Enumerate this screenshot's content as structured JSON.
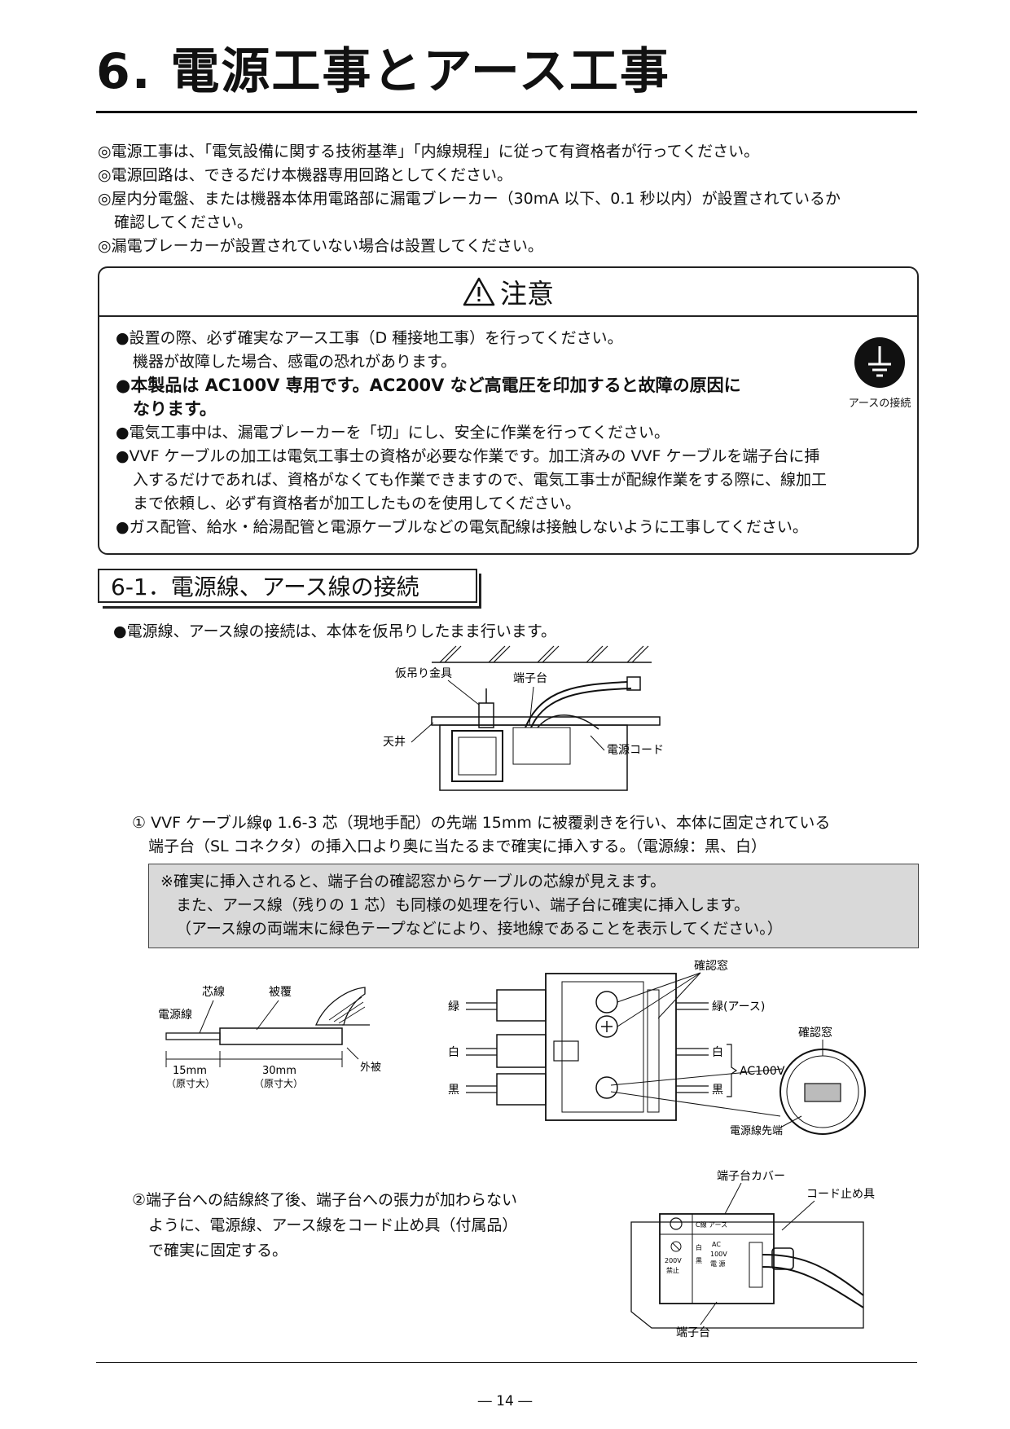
{
  "title": "6. 電源工事とアース工事",
  "intro": [
    "◎電源工事は、「電気設備に関する技術基準」「内線規程」に従って有資格者が行ってください。",
    "◎電源回路は、できるだけ本機器専用回路としてください。",
    "◎屋内分電盤、または機器本体用電路部に漏電ブレーカー（30mA 以下、0.1 秒以内）が設置されているか",
    "確認してください。",
    "◎漏電ブレーカーが設置されていない場合は設置してください。"
  ],
  "caution": {
    "heading": "注意",
    "lines": [
      "●設置の際、必ず確実なアース工事（D 種接地工事）を行ってください。",
      "機器が故障した場合、感電の恐れがあります。",
      "●本製品は AC100V 専用です。AC200V など高電圧を印加すると故障の原因に",
      "なります。",
      "●電気工事中は、漏電ブレーカーを「切」にし、安全に作業を行ってください。",
      "●VVF ケーブルの加工は電気工事士の資格が必要な作業です。加工済みの VVF ケーブルを端子台に挿",
      "入するだけであれば、資格がなくても作業できますので、電気工事士が配線作業をする際に、線加工",
      "まで依頼し、必ず有資格者が加工したものを使用してください。",
      "●ガス配管、給水・給湯配管と電源ケーブルなどの電気配線は接触しないように工事してください。"
    ],
    "ground_label": "アースの接続"
  },
  "section": {
    "title": "6-1．電源線、アース線の接続",
    "lead": "●電源線、アース線の接続は、本体を仮吊りしたまま行います。"
  },
  "fig1": {
    "hanger": "仮吊り金具",
    "terminal": "端子台",
    "ceiling": "天井",
    "cord": "電源コード"
  },
  "step1": [
    "① VVF ケーブル線φ 1.6-3 芯（現地手配）の先端 15mm に被覆剥きを行い、本体に固定されている",
    "端子台（SL コネクタ）の挿入口より奥に当たるまで確実に挿入する。（電源線：黒、白）"
  ],
  "note": [
    "※確実に挿入されると、端子台の確認窓からケーブルの芯線が見えます。",
    "また、アース線（残りの 1 芯）も同様の処理を行い、端子台に確実に挿入します。",
    "（アース線の両端末に緑色テープなどにより、接地線であることを表示してください。）"
  ],
  "fig2": {
    "core": "芯線",
    "sheath": "被覆",
    "wire": "電源線",
    "len1": "15mm",
    "len1_sub": "（原寸大）",
    "len2": "30mm",
    "len2_sub": "（原寸大）",
    "outer": "外被"
  },
  "fig3": {
    "green": "緑",
    "white": "白",
    "black": "黒",
    "window": "確認窓",
    "green_earth": "緑(アース)",
    "white_r": "白",
    "black_r": "黒",
    "ac": "AC100V",
    "window2": "確認窓",
    "tip": "電源線先端"
  },
  "step2": [
    "②端子台への結線終了後、端子台への張力が加わらない",
    "ように、電源線、アース線をコード止め具（付属品）",
    "で確実に固定する。"
  ],
  "fig4": {
    "cover": "端子台カバー",
    "stopper": "コード止め具",
    "terminal": "端子台",
    "c_wire": "C線",
    "earth": "アース",
    "v200": "200V",
    "forbid": "禁止",
    "white": "白",
    "black": "黒",
    "ac": "AC",
    "v100": "100V",
    "source": "電 源"
  },
  "page": "― 14 ―"
}
